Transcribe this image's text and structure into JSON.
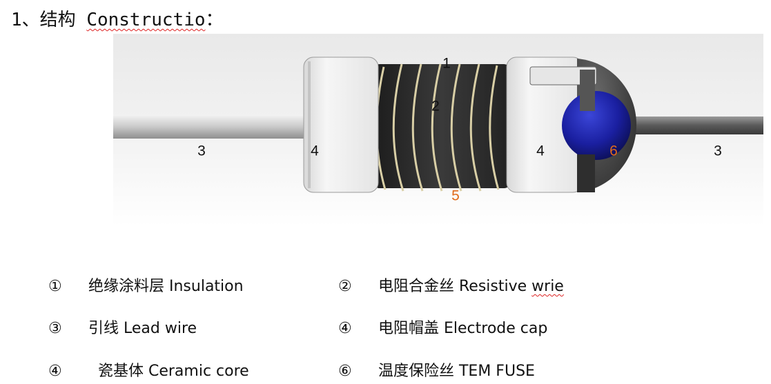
{
  "title": {
    "prefix": "1、结构 ",
    "word": "Constructio",
    "suffix": "："
  },
  "figure": {
    "callouts": {
      "insulation": "1",
      "resistive_wire": "2",
      "lead_left": "3",
      "lead_right": "3",
      "cap_left": "4",
      "cap_right": "4",
      "ceramic_core": "5",
      "tem_fuse": "6"
    },
    "colors": {
      "orange_callout": "#e06a1a",
      "cap": "#eeeeee",
      "body": "#2a2a2a",
      "coil": "#d9cfa6",
      "fuse": "#1a1fa0",
      "lead": "#c8c8c8",
      "lead_dark": "#555555"
    }
  },
  "legend": [
    {
      "num": "①",
      "text": "绝缘涂料层 Insulation"
    },
    {
      "num": "②",
      "text": "电阻合金丝 Resistive ",
      "underlined": "wrie"
    },
    {
      "num": "③",
      "text": "引线 Lead wire"
    },
    {
      "num": "④",
      "text": "电阻帽盖 Electrode cap"
    },
    {
      "num": "④",
      "text": "  瓷基体 Ceramic core"
    },
    {
      "num": "⑥",
      "text": "温度保险丝 TEM FUSE"
    }
  ]
}
